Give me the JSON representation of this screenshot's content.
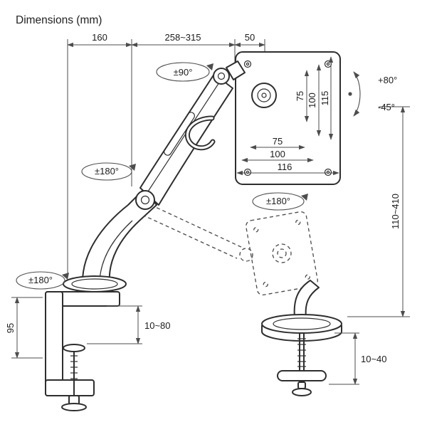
{
  "title": "Dimensions (mm)",
  "colors": {
    "line": "#2e2e2e",
    "dimension_line": "#4d4d4d",
    "text": "#1c1c1c",
    "background": "#ffffff"
  },
  "dimensions": {
    "top": {
      "rear_offset": "160",
      "arm_extension": "258~315",
      "head_depth": "50"
    },
    "vesa": {
      "vert_75": "75",
      "vert_100": "100",
      "plate_height": "115",
      "horiz_75": "75",
      "horiz_100": "100",
      "plate_width": "116"
    },
    "rotation": {
      "top_swivel": "±90°",
      "mid_swivel": "±180°",
      "plate_rotation": "±180°",
      "base_swivel": "±180°",
      "tilt_up": "+80°",
      "tilt_down": "-45°"
    },
    "height": {
      "range": "110~410"
    },
    "clamp": {
      "desk_thickness": "10~80",
      "bracket_height": "95"
    },
    "grommet": {
      "desk_thickness": "10~40"
    }
  }
}
